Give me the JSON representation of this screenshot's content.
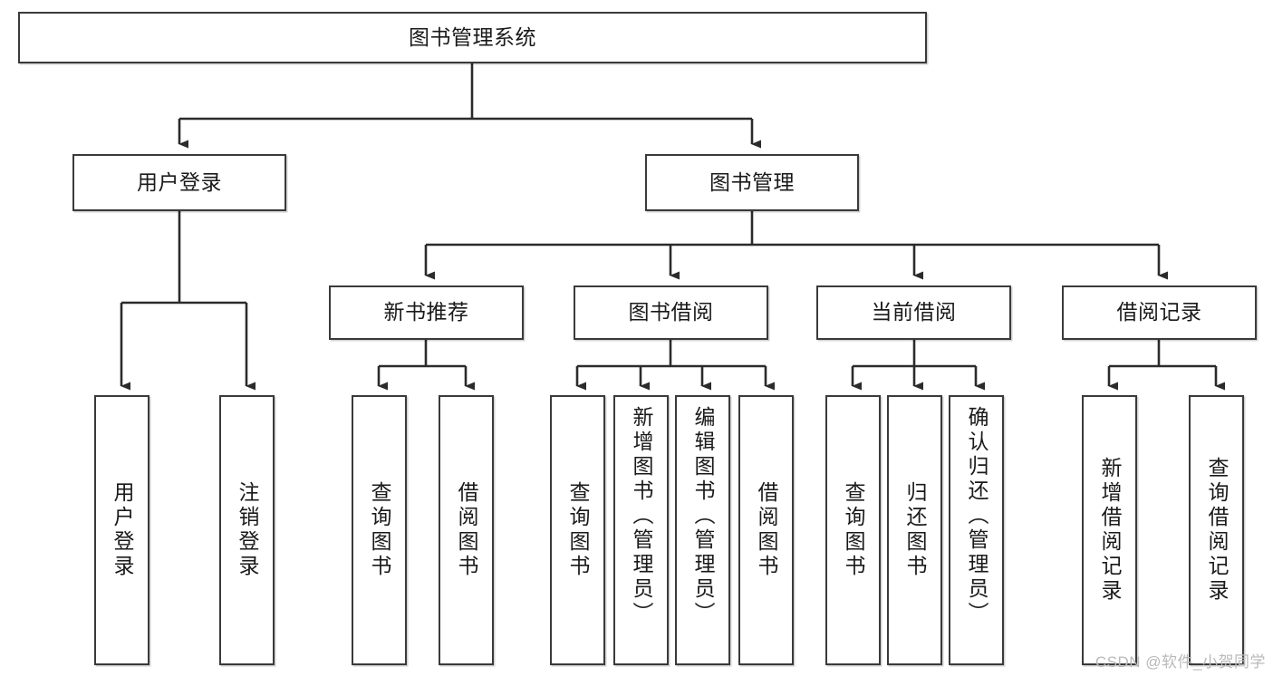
{
  "diagram": {
    "type": "tree",
    "title": "图书管理系统",
    "watermark": "CSDN @软件_小贺同学",
    "colors": {
      "box_border": "#3a3a3a",
      "box_fill": "#ffffff",
      "edge": "#2b2b2b",
      "text": "#1a1a1a",
      "watermark": "#b9b9b9"
    },
    "nodes": {
      "root": {
        "label": "图书管理系统"
      },
      "level2": [
        {
          "id": "user-login",
          "label": "用户登录"
        },
        {
          "id": "book-manage",
          "label": "图书管理"
        }
      ],
      "level3": [
        {
          "id": "new-book-rec",
          "label": "新书推荐"
        },
        {
          "id": "book-borrow",
          "label": "图书借阅"
        },
        {
          "id": "current-borrow",
          "label": "当前借阅"
        },
        {
          "id": "borrow-record",
          "label": "借阅记录"
        }
      ],
      "leaves_user_login": [
        {
          "id": "leaf-user-login",
          "label": "用户登录"
        },
        {
          "id": "leaf-logout",
          "label": "注销登录"
        }
      ],
      "leaves_new_book_rec": [
        {
          "id": "leaf-query-book-1",
          "label": "查询图书"
        },
        {
          "id": "leaf-borrow-book-1",
          "label": "借阅图书"
        }
      ],
      "leaves_book_borrow": [
        {
          "id": "leaf-query-book-2",
          "label": "查询图书"
        },
        {
          "id": "leaf-add-book",
          "label": "新增图书（管理员）"
        },
        {
          "id": "leaf-edit-book",
          "label": "编辑图书（管理员）"
        },
        {
          "id": "leaf-borrow-book-2",
          "label": "借阅图书"
        }
      ],
      "leaves_current_borrow": [
        {
          "id": "leaf-query-book-3",
          "label": "查询图书"
        },
        {
          "id": "leaf-return-book",
          "label": "归还图书"
        },
        {
          "id": "leaf-confirm-return",
          "label": "确认归还（管理员）"
        }
      ],
      "leaves_borrow_record": [
        {
          "id": "leaf-add-record",
          "label": "新增借阅记录"
        },
        {
          "id": "leaf-query-record",
          "label": "查询借阅记录"
        }
      ]
    }
  }
}
